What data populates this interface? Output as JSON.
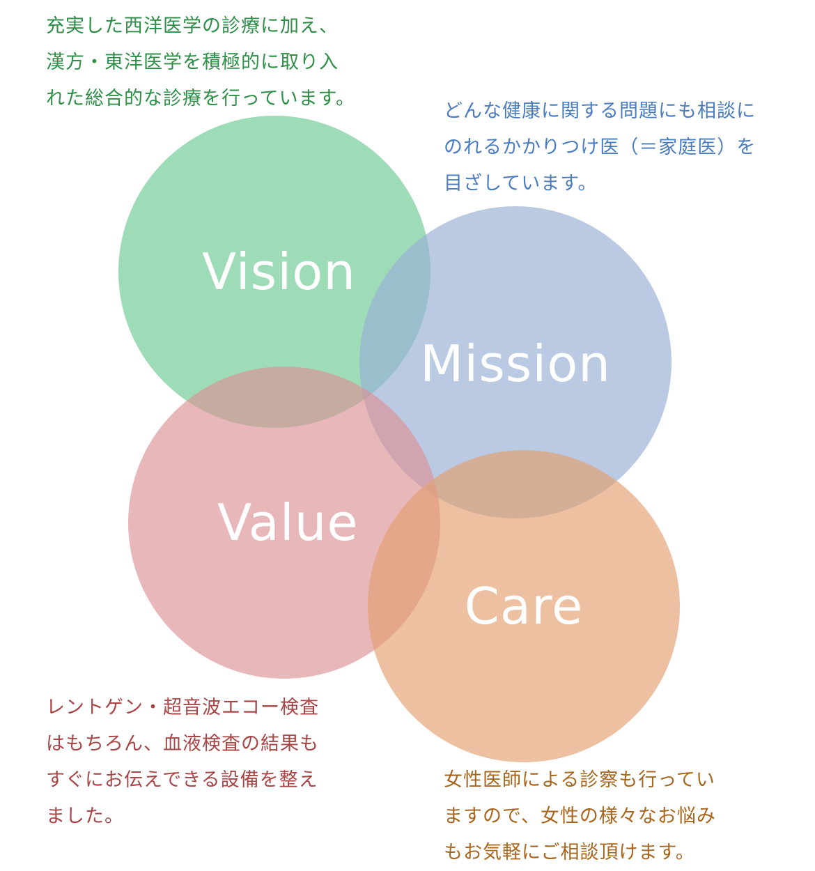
{
  "colors": {
    "vision_circle": "rgba(121,207,156,0.72)",
    "mission_circle": "rgba(152,175,213,0.66)",
    "value_circle": "rgba(219,144,149,0.65)",
    "care_circle": "rgba(226,160,113,0.66)",
    "vision_text": "#2f8e48",
    "mission_text": "#4a7cc0",
    "value_text": "#a64646",
    "care_text": "#a7661e"
  },
  "circles": {
    "vision": {
      "label": "Vision"
    },
    "mission": {
      "label": "Mission"
    },
    "value": {
      "label": "Value"
    },
    "care": {
      "label": "Care"
    }
  },
  "descriptions": {
    "vision": [
      "充実した西洋医学の診療に加え、",
      "漢方・東洋医学を積極的に取り入",
      "れた総合的な診療を行っています。"
    ],
    "mission": [
      "どんな健康に関する問題にも相談に",
      "のれるかかりつけ医（＝家庭医）を",
      "目ざしています。"
    ],
    "value": [
      "レントゲン・超音波エコー検査",
      "はもちろん、血液検査の結果も",
      "すぐにお伝えできる設備を整え",
      "ました。"
    ],
    "care": [
      "女性医師による診察も行ってい",
      "ますので、女性の様々なお悩み",
      "もお気軽にご相談頂けます。"
    ]
  }
}
